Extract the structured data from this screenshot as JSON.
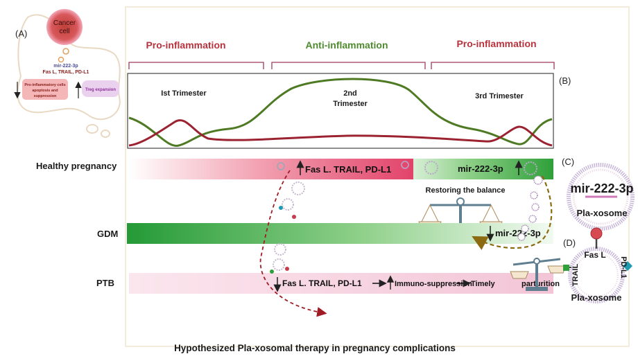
{
  "panel_a": {
    "label": "(A)",
    "cell_line1": "Cancer",
    "cell_line2": "cell",
    "mir": "mir-222-3p",
    "ligands": "Fas L, TRAIL, PD-L1",
    "box_left_line1": "Pro-inflammatory cells",
    "box_left_line2": "apoptosis and",
    "box_left_line3": "suppression",
    "box_right": "Treg expansion"
  },
  "panel_b": {
    "label": "(B)",
    "phase_1": "Pro-inflammation",
    "phase_2": "Anti-inflammation",
    "phase_3": "Pro-inflammation",
    "trimester_1": "Ist Trimester",
    "trimester_2_line1": "2nd",
    "trimester_2_line2": "Trimester",
    "trimester_3": "3rd Trimester"
  },
  "rows": {
    "healthy": "Healthy pregnancy",
    "gdm": "GDM",
    "ptb": "PTB"
  },
  "healthy_bar": {
    "ligands": "Fas L. TRAIL, PD-L1",
    "mir": "mir-222-3p",
    "restoring": "Restoring the balance"
  },
  "gdm_bar": {
    "mir": "mir-222-3p"
  },
  "ptb_bar": {
    "ligands": "Fas L. TRAIL, PD-L1",
    "immuno": "Immuno-suppression",
    "timely": "Timely",
    "parturition": "parturition"
  },
  "panel_c": {
    "label": "(C)",
    "mir": "mir-222-3p",
    "name": "Pla-xosome"
  },
  "panel_d": {
    "label": "(D)",
    "fasl": "Fas L",
    "pdl1": "PD-L1",
    "trail": "TRAIL",
    "name": "Pla-xosome"
  },
  "caption": "Hypothesized Pla-xosomal therapy in pregnancy complications",
  "colors": {
    "pro": "#b8323c",
    "anti": "#4e8a2e",
    "green_curve": "#4f7a24",
    "red_curve": "#9b2230",
    "healthy_bar": "#e8506e",
    "gdm_bar": "#2e9a3c",
    "ptb_bar": "#f6cfdc",
    "scale": "#5f7f90"
  }
}
